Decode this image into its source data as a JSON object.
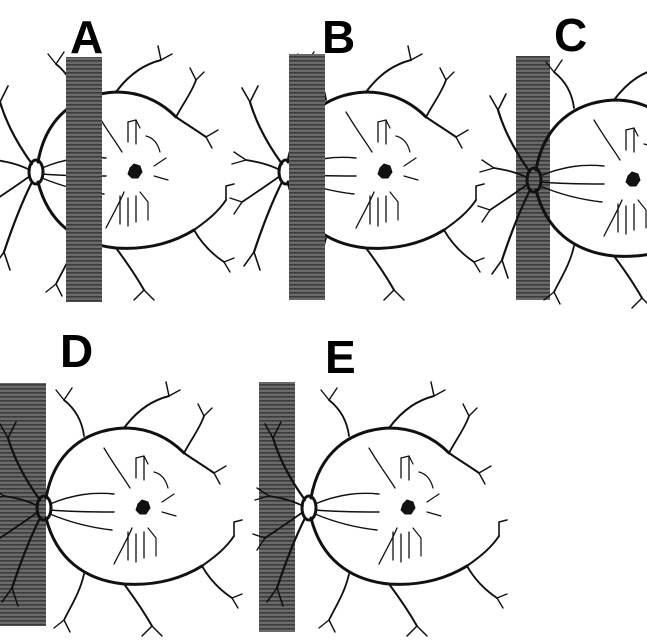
{
  "panels": [
    {
      "label": "A",
      "band": "over-fovea-side"
    },
    {
      "label": "B",
      "band": "right-of-disc"
    },
    {
      "label": "C",
      "band": "over-disc"
    },
    {
      "label": "D",
      "band": "left-of-disc"
    },
    {
      "label": "E",
      "band": "left-of-disc-shifted"
    }
  ],
  "colors": {
    "vessel": "#111111",
    "band": "#555555",
    "background": "#ffffff"
  }
}
